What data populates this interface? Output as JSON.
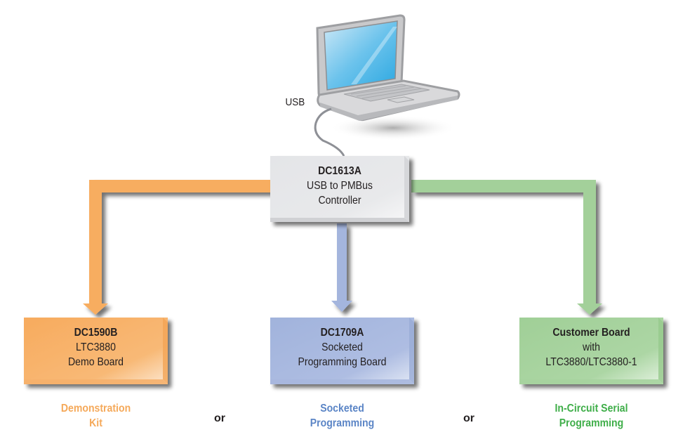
{
  "laptop": {
    "icon": "laptop-icon",
    "cable_label": "USB"
  },
  "controller": {
    "title": "DC1613A",
    "line1": "USB to PMBus",
    "line2": "Controller",
    "color": "#e2e3e6"
  },
  "targets": [
    {
      "title": "DC1590B",
      "line1": "LTC3880",
      "line2": "Demo Board",
      "caption_line1": "Demonstration",
      "caption_line2": "Kit",
      "color": "#f7ad61",
      "caption_color": "#f5a95a"
    },
    {
      "title": "DC1709A",
      "line1": "Socketed",
      "line2": "Programming Board",
      "caption_line1": "Socketed",
      "caption_line2": "Programming",
      "color": "#a4b5dd",
      "caption_color": "#5b85c6"
    },
    {
      "title": "Customer Board",
      "line1": "with",
      "line2": "LTC3880/LTC3880-1",
      "caption_line1": "In-Circuit Serial",
      "caption_line2": "Programming",
      "color": "#a3d09a",
      "caption_color": "#3fae49"
    }
  ],
  "separators": [
    "or",
    "or"
  ]
}
